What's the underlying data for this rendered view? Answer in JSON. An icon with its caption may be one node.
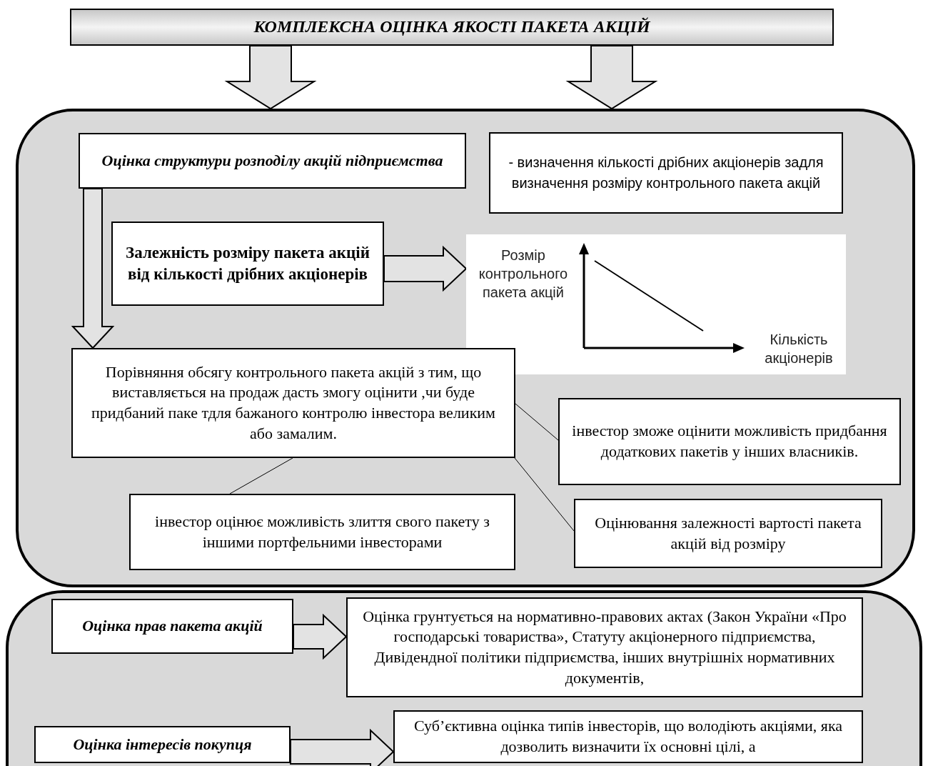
{
  "diagram": {
    "nodes": [
      {
        "text": [
          "КОМПЛЕКСНА ОЦІНКА ЯКОСТІ ПАКЕТА АКЦІЙ"
        ]
      },
      {
        "text": [],
        "shape": "box"
      },
      {
        "text": [
          "Оцінка структури розподілу акцій підприємства"
        ],
        "in": 1
      },
      {
        "text": [
          "- визначення кількості дрібних акціонерів задля визначення розміру контрольного пакета акцій"
        ],
        "in": 1
      },
      {
        "text": [
          "Залежність розміру пакета акцій від кількості дрібних акціонерів"
        ],
        "in": 1
      },
      {
        "text": [
          "Розмір контрольного пакета акцій",
          "Кількість акціонерів"
        ],
        "in": 1
      },
      {
        "text": [
          "Порівняння обсягу контрольного пакета акцій з тим, що виставляється на продаж дасть змогу оцінити ,чи буде придбаний паке тдля бажаного контролю інвестора великим або замалим."
        ],
        "in": 1
      },
      {
        "text": [
          "інвестор зможе оцінити можливість придбання додаткових пакетів у інших власників."
        ],
        "in": 1
      },
      {
        "text": [
          "інвестор оцінює можливість злиття свого пакету з іншими портфельними інвесторами"
        ],
        "in": 1
      },
      {
        "text": [
          "Оцінювання залежності вартості пакета акцій від розміру"
        ],
        "in": 1
      },
      {
        "text": [],
        "shape": "box"
      },
      {
        "text": [
          "Оцінка прав пакета акцій"
        ],
        "in": 10
      },
      {
        "text": [
          "Оцінка грунтується на нормативно-правових актах (Закон України «Про господарські товариства», Статуту акціонерного підприємства, Дивідендної політики підприємства, інших внутрішніх нормативних документів,"
        ],
        "in": 10
      },
      {
        "text": [
          "Оцінка інтересів покупця"
        ],
        "in": 10
      },
      {
        "text": [
          "Суб’єктивна оцінка типів інвесторів, що володіють акціями, яка дозволить визначити їх основні цілі, а"
        ],
        "in": 10
      }
    ],
    "edges": [
      {
        "from": 0,
        "to": 1,
        "arrow": "to"
      },
      {
        "from": 0,
        "to": 1,
        "arrow": "to"
      },
      {
        "from": 2,
        "to": 6,
        "arrow": "to"
      },
      {
        "from": 4,
        "to": 5,
        "arrow": "to"
      },
      {
        "from": 6,
        "to": 7,
        "arrow": "none"
      },
      {
        "from": 6,
        "to": 8,
        "arrow": "none"
      },
      {
        "from": 6,
        "to": 9,
        "arrow": "none"
      },
      {
        "from": 11,
        "to": 12,
        "arrow": "to"
      },
      {
        "from": 13,
        "to": 14,
        "arrow": "to"
      }
    ]
  }
}
